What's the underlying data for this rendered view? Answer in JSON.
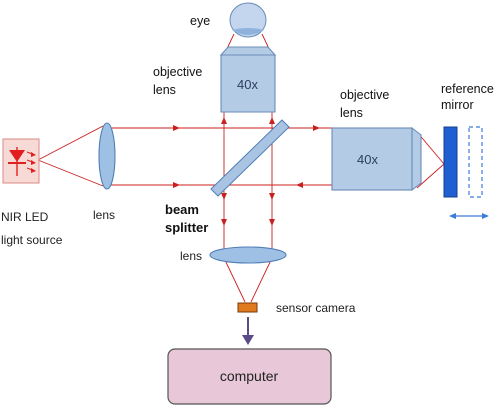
{
  "labels": {
    "eye": "eye",
    "top_objective_line1": "objective",
    "top_objective_line2": "lens",
    "top_objective_mag": "40x",
    "right_objective_line1": "objective",
    "right_objective_line2": "lens",
    "right_objective_mag": "40x",
    "reference_mirror_line1": "reference",
    "reference_mirror_line2": "mirror",
    "nir_led_line1": "NIR LED",
    "nir_led_line2": "light source",
    "left_lens": "lens",
    "beam_splitter_line1": "beam",
    "beam_splitter_line2": "splitter",
    "bottom_lens": "lens",
    "sensor_camera": "sensor camera",
    "computer": "computer"
  },
  "colors": {
    "ray": "#cc1f1f",
    "optics_blue": "#9ec0e4",
    "mirror_blue": "#1f5fd1",
    "sensor_orange": "#e07a1f",
    "computer_fill": "#e8c8d8",
    "arrow_purple": "#5a4a8a",
    "led_red": "#e02020"
  }
}
